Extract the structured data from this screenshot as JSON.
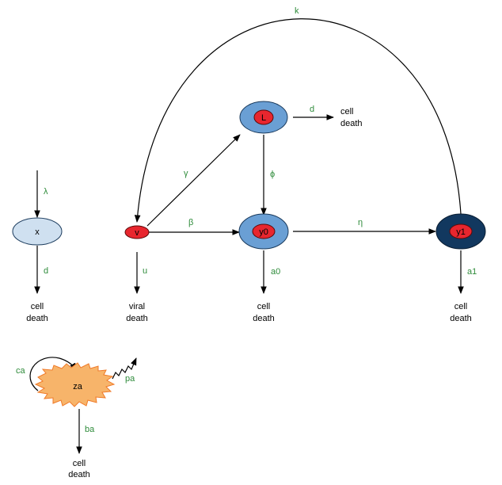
{
  "colors": {
    "node_x": "#cfe0f0",
    "node_L_outer": "#6a9fd4",
    "node_y0_outer": "#6a9fd4",
    "node_y1_outer": "#12385f",
    "node_inner": "#e8262e",
    "node_v": "#e8262e",
    "node_za": "#f7b46a",
    "node_za_stroke": "#f07a28",
    "param_text": "#2e8b3a"
  },
  "nodes": {
    "x": "x",
    "v": "v",
    "L": "L",
    "y0": "y0",
    "y1": "y1",
    "za": "za"
  },
  "params": {
    "k": "k",
    "d_L": "d",
    "gamma": "γ",
    "phi": "ϕ",
    "lambda": "λ",
    "beta": "β",
    "eta": "η",
    "d_x": "d",
    "u": "u",
    "a0": "a0",
    "a1": "a1",
    "ca": "ca",
    "pa": "pa",
    "ba": "ba"
  },
  "outcomes": {
    "cell_line1": "cell",
    "cell_line2": "death",
    "viral_line1": "viral",
    "viral_line2": "death"
  }
}
